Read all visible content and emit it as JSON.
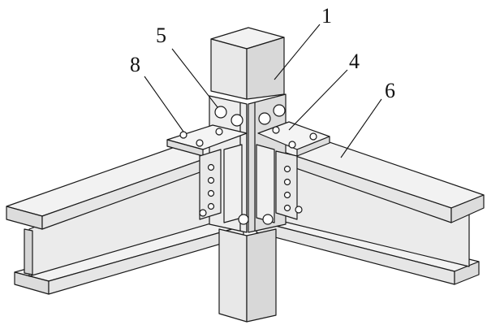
{
  "colors": {
    "line": "#1a1a1a",
    "top_face": "#f2f2f2",
    "side_face": "#e6e6e6",
    "dark_face": "#d2d2d2",
    "web_face": "#ebebeb",
    "background": "#ffffff"
  },
  "labels": [
    {
      "id": "1",
      "text": "1"
    },
    {
      "id": "4",
      "text": "4"
    },
    {
      "id": "5",
      "text": "5"
    },
    {
      "id": "6",
      "text": "6"
    },
    {
      "id": "8",
      "text": "8"
    }
  ]
}
